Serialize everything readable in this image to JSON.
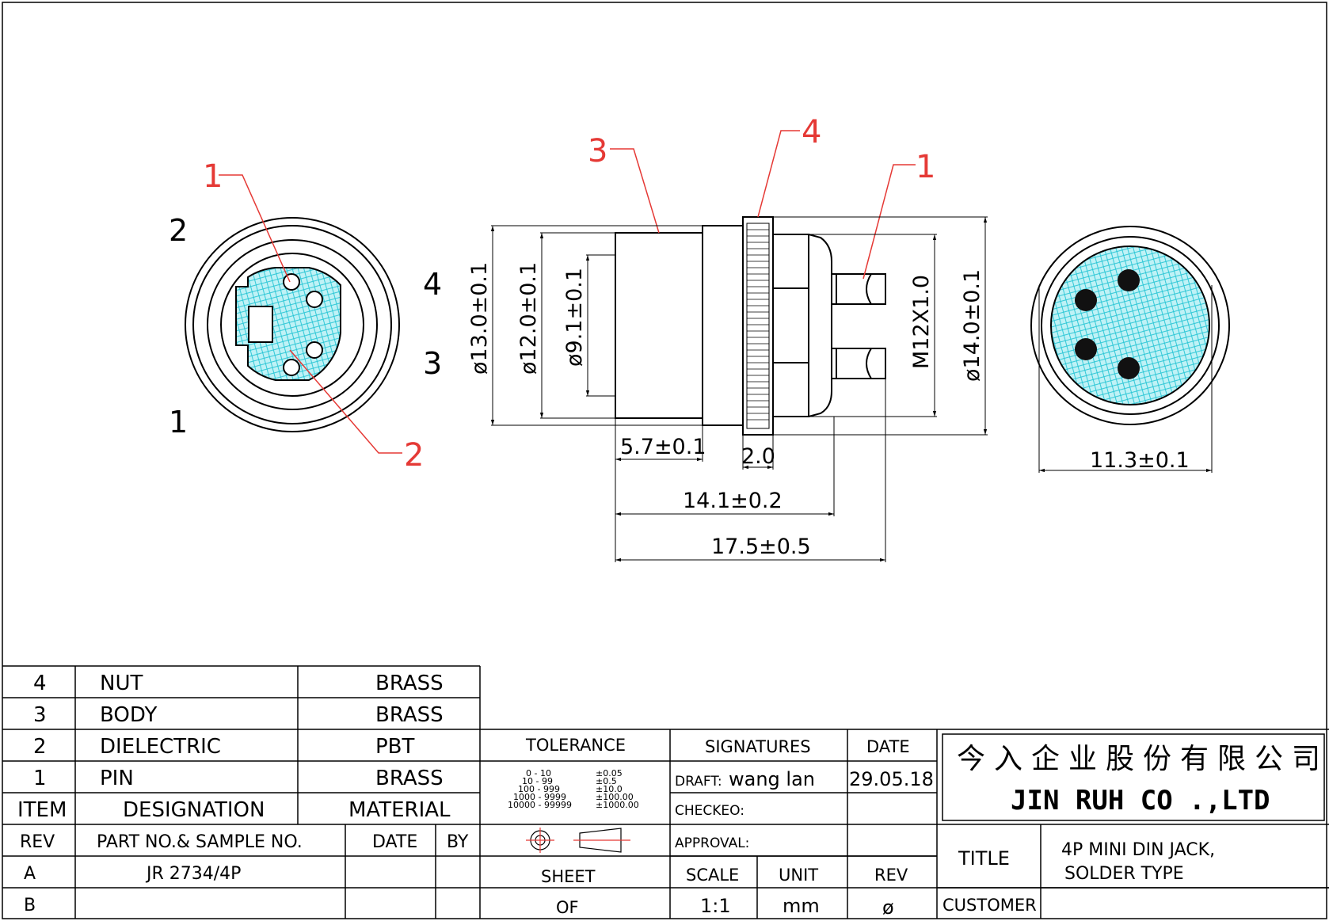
{
  "drawing": {
    "front_view": {
      "pin_numbers": [
        "2",
        "4",
        "3",
        "1"
      ],
      "callouts": [
        "1",
        "2"
      ]
    },
    "side_view": {
      "callouts": [
        "3",
        "4",
        "1"
      ],
      "dimensions": {
        "dia_13": "ø13.0±0.1",
        "dia_12": "ø12.0±0.1",
        "dia_9": "ø9.1±0.1",
        "thread": "M12X1.0",
        "dia_14": "ø14.0±0.1",
        "len_5_7": "5.7±0.1",
        "len_2": "2.0",
        "len_14_1": "14.1±0.2",
        "len_17_5": "17.5±0.5"
      }
    },
    "rear_view": {
      "dimension": "11.3±0.1"
    }
  },
  "bom": {
    "rows": [
      {
        "item": "4",
        "designation": "NUT",
        "material": "BRASS"
      },
      {
        "item": "3",
        "designation": "BODY",
        "material": "BRASS"
      },
      {
        "item": "2",
        "designation": "DIELECTRIC",
        "material": "PBT"
      },
      {
        "item": "1",
        "designation": "PIN",
        "material": "BRASS"
      }
    ],
    "header": {
      "item": "ITEM",
      "designation": "DESIGNATION",
      "material": "MATERIAL"
    }
  },
  "rev_table": {
    "header": {
      "rev": "REV",
      "part": "PART NO.& SAMPLE NO.",
      "date": "DATE",
      "by": "BY"
    },
    "rows": [
      {
        "rev": "A",
        "part": "JR 2734/4P"
      },
      {
        "rev": "B",
        "part": ""
      }
    ]
  },
  "tolerance": {
    "title": "TOLERANCE",
    "ranges": [
      "0  -  10",
      "10  -  99",
      "100  -  999",
      "1000  -  9999",
      "10000  -  99999"
    ],
    "values": [
      "±0.05",
      "±0.5",
      "±10.0",
      "±100.00",
      "±1000.00"
    ],
    "sheet_label": "SHEET",
    "of_label": "OF"
  },
  "signatures": {
    "title": "SIGNATURES",
    "date_title": "DATE",
    "draft_label": "DRAFT:",
    "draft_name": "wang lan",
    "draft_date": "29.05.18",
    "checked_label": "CHECKEO:",
    "approval_label": "APPROVAL:",
    "scale_label": "SCALE",
    "unit_label": "UNIT",
    "rev_label": "REV",
    "scale_value": "1:1",
    "unit_value": "mm",
    "rev_value": "ø"
  },
  "company": {
    "name_cn": "今入企业股份有限公司",
    "name_en": "JIN  RUH  CO .,LTD"
  },
  "title_block": {
    "title_label": "TITLE",
    "title_line1": "4P MINI DIN JACK,",
    "title_line2": "SOLDER TYPE",
    "customer_label": "CUSTOMER",
    "customer_value": ""
  },
  "colors": {
    "line": "#000000",
    "callout": "#e53935",
    "hatch_fill": "#b8f0f5",
    "hatch_line": "#19c0d0"
  }
}
